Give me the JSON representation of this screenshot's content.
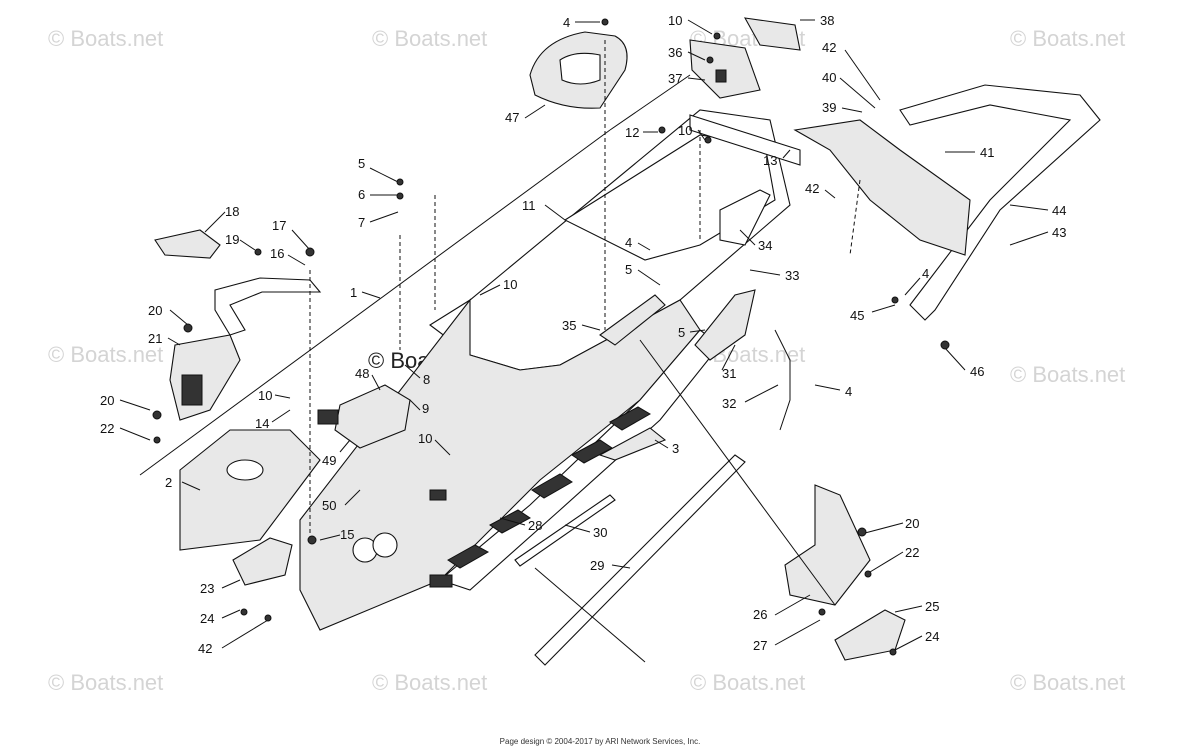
{
  "watermark": "© Boats.net",
  "footer": "Page design © 2004-2017 by ARI Network Services, Inc.",
  "callouts": [
    {
      "id": "c4a",
      "label": "4"
    },
    {
      "id": "c10a",
      "label": "10"
    },
    {
      "id": "c38",
      "label": "38"
    },
    {
      "id": "c36",
      "label": "36"
    },
    {
      "id": "c42a",
      "label": "42"
    },
    {
      "id": "c37",
      "label": "37"
    },
    {
      "id": "c40",
      "label": "40"
    },
    {
      "id": "c47",
      "label": "47"
    },
    {
      "id": "c39",
      "label": "39"
    },
    {
      "id": "c12",
      "label": "12"
    },
    {
      "id": "c10b",
      "label": "10"
    },
    {
      "id": "c13",
      "label": "13"
    },
    {
      "id": "c41",
      "label": "41"
    },
    {
      "id": "c5a",
      "label": "5"
    },
    {
      "id": "c6",
      "label": "6"
    },
    {
      "id": "c42b",
      "label": "42"
    },
    {
      "id": "c7",
      "label": "7"
    },
    {
      "id": "c11",
      "label": "11"
    },
    {
      "id": "c44",
      "label": "44"
    },
    {
      "id": "c18",
      "label": "18"
    },
    {
      "id": "c17",
      "label": "17"
    },
    {
      "id": "c19",
      "label": "19"
    },
    {
      "id": "c4b",
      "label": "4"
    },
    {
      "id": "c34",
      "label": "34"
    },
    {
      "id": "c43",
      "label": "43"
    },
    {
      "id": "c16",
      "label": "16"
    },
    {
      "id": "c5b",
      "label": "5"
    },
    {
      "id": "c33",
      "label": "33"
    },
    {
      "id": "c4c",
      "label": "4"
    },
    {
      "id": "c1",
      "label": "1"
    },
    {
      "id": "c10c",
      "label": "10"
    },
    {
      "id": "c20a",
      "label": "20"
    },
    {
      "id": "c45",
      "label": "45"
    },
    {
      "id": "c35",
      "label": "35"
    },
    {
      "id": "c5c",
      "label": "5"
    },
    {
      "id": "c21",
      "label": "21"
    },
    {
      "id": "c46",
      "label": "46"
    },
    {
      "id": "c8",
      "label": "8"
    },
    {
      "id": "c31",
      "label": "31"
    },
    {
      "id": "c48",
      "label": "48"
    },
    {
      "id": "c10d",
      "label": "10"
    },
    {
      "id": "c20b",
      "label": "20"
    },
    {
      "id": "c4d",
      "label": "4"
    },
    {
      "id": "c9",
      "label": "9"
    },
    {
      "id": "c32",
      "label": "32"
    },
    {
      "id": "c22a",
      "label": "22"
    },
    {
      "id": "c14",
      "label": "14"
    },
    {
      "id": "c10e",
      "label": "10"
    },
    {
      "id": "c3",
      "label": "3"
    },
    {
      "id": "c49",
      "label": "49"
    },
    {
      "id": "c2",
      "label": "2"
    },
    {
      "id": "c50",
      "label": "50"
    },
    {
      "id": "c28",
      "label": "28"
    },
    {
      "id": "c20c",
      "label": "20"
    },
    {
      "id": "c15",
      "label": "15"
    },
    {
      "id": "c30",
      "label": "30"
    },
    {
      "id": "c22b",
      "label": "22"
    },
    {
      "id": "c23",
      "label": "23"
    },
    {
      "id": "c29",
      "label": "29"
    },
    {
      "id": "c25",
      "label": "25"
    },
    {
      "id": "c26",
      "label": "26"
    },
    {
      "id": "c24a",
      "label": "24"
    },
    {
      "id": "c27",
      "label": "27"
    },
    {
      "id": "c24b",
      "label": "24"
    },
    {
      "id": "c42c",
      "label": "42"
    }
  ]
}
